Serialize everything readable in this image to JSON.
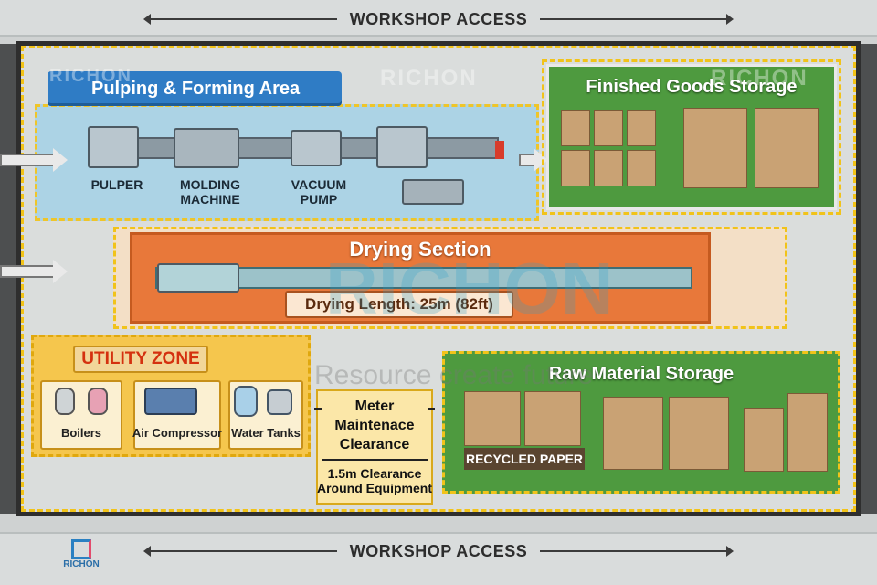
{
  "top_access": "WORKSHOP ACCESS",
  "bottom_access": "WORKSHOP ACCESS",
  "pulp": {
    "title": "Pulping & Forming Area",
    "machines": [
      "PULPER",
      "MOLDING\nMACHINE",
      "VACUUM\nPUMP"
    ]
  },
  "finished": {
    "title": "Finished Goods Storage"
  },
  "drying": {
    "title": "Drying Section",
    "length": "Drying Length: 25m (82ft)"
  },
  "utility": {
    "title": "UTILITY ZONE",
    "items": [
      "Boilers",
      "Air Compressor",
      "Water Tanks"
    ]
  },
  "meter": {
    "title": "Meter\nMaintenace\nClearance",
    "sub": "1.5m Clearance\nAround Equipment"
  },
  "raw": {
    "title": "Raw Material Storage",
    "label": "RECYCLED PAPER"
  },
  "watermark": {
    "brand": "RICHON",
    "tagline": "Resource create future"
  },
  "logo": "RICHON",
  "colors": {
    "pulp": "#2f7cc5",
    "storage": "#4e9a3f",
    "drying": "#e8783a",
    "utility": "#f5c64d",
    "hazard": "#f1c31a"
  }
}
